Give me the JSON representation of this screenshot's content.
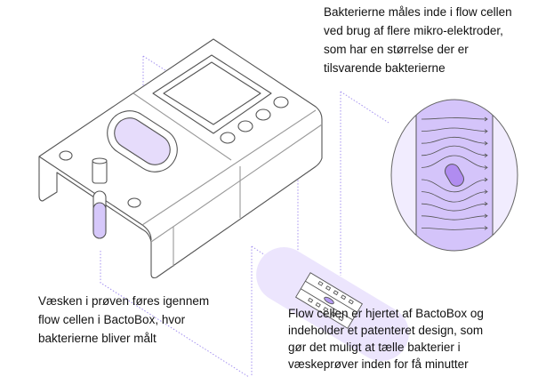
{
  "captions": {
    "top_right": [
      "Bakterierne måles inde i flow cellen",
      "ved brug af flere mikro-elektroder,",
      "som har en størrelse der er",
      "tilsvarende bakterierne"
    ],
    "bottom_left": [
      "Væsken i prøven føres igennem",
      "flow cellen i BactoBox, hvor",
      "bakterierne bliver målt"
    ],
    "bottom_right": [
      "Flow cellen er hjertet af BactoBox og",
      "indeholder et patenteret design, som",
      "gør det muligt at tælle bakterier i",
      "væskeprøver inden for få minutter"
    ]
  },
  "colors": {
    "accent": "#c9b8f5",
    "accent_light": "#eee8fd",
    "outline": "#555555",
    "dotted": "#9f8cf0"
  }
}
